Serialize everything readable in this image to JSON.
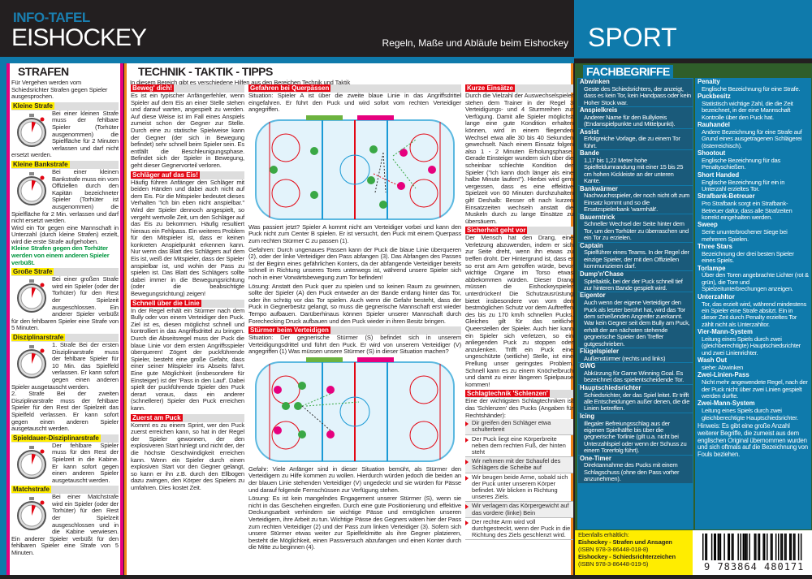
{
  "header": {
    "kicker": "INFO-TAFEL",
    "title": "EISHOCKEY",
    "subtitle": "Regeln, Maße und Abläufe beim Eishockey",
    "category": "SPORT"
  },
  "strafen": {
    "title": "STRAFEN",
    "intro": "Für Vergehen werden vom Schiedsrichter Strafen gegen Spieler ausgesprochen.",
    "items": [
      {
        "h": "Kleine Strafe",
        "t": "Bei einer kleinen Strafe muss der fehlbare Spieler (Torhüter ausgenommen) die Spielfläche für 2 Minuten verlassen und darf nicht ersetzt werden."
      },
      {
        "h": "Kleine Bankstrafe",
        "t": "Bei einer kleinen Bankstrafe muss ein vom Offiziellen durch den Kapitän bezeichneter Spieler (Torhüter ist ausgenommen) die Spielfläche für 2 Min. verlassen und darf nicht ersetzt werden.",
        "t2": "Wird ein Tor gegen eine Mannschaft in Unterzahl (durch kleine Strafen) erzielt, wird die erste Strafe aufgehoben.",
        "note": "Kleine Strafen gegen den Torhüter werden von einem anderen Spieler verbüßt."
      },
      {
        "h": "Große Strafe",
        "t": "Bei einer großen Strafe wird ein Spieler (oder der Torhüter) für den Rest der Spielzeit ausgeschlossen. Ein anderer Spieler verbüßt für den fehlbaren Spieler eine Strafe von 5 Minuten."
      },
      {
        "h": "Disziplinarstrafe",
        "t": "1. Strafe Bei der ersten Disziplinarstrafe muss der fehlbare Spieler für 10 Min. das Spielfeld verlassen. Er kann sofort gegen einen anderen Spieler ausgetauscht werden.",
        "t2": "2. Strafe Bei der zweiten Disziplinarstrafe muss der fehlbare Spieler für den Rest der Spielzeit das Spielfeld verlassen. Er kann sofort gegen einen anderen Spieler ausgetauscht werden."
      },
      {
        "h": "Spieldauer-Disziplinarstrafe",
        "t": "Der fehlbare Spieler muss für den Rest der Spielzeit in die Kabine. Er kann sofort gegen einen anderen Spieler ausgetauscht werden."
      },
      {
        "h": "Matchstrafe",
        "t": "Bei einer Matchstrafe wird ein Spieler (oder der Torhüter) für den Rest der Spielzeit ausgeschlossen und in die Kabine verwiesen. Ein anderer Spieler verbüßt für den fehlbaren Spieler eine Strafe von 5 Minuten."
      }
    ]
  },
  "technik": {
    "title": "TECHNIK - TAKTIK - TIPPS",
    "intro": "In diesem Bereich gibt es verschiedene Hilfen aus den Bereichen Technik und Taktik",
    "col1": [
      {
        "h": "Beweg' dich!",
        "t": "Es ist ein typischer Anfängerfehler, wenn Spieler auf dem Eis an einer Stelle stehen und darauf warten, angespielt zu werden. Auf diese Weise ist im Fall eines Anspiels zumeist schon der Gegner zur Stelle. Durch eine zu statische Spielweise kann der Gegner (der sich in Bewegung befindet) sehr schnell beim Spieler sein. Es entfällt die Beschleunigungsphase. Befindet sich der Spieler in Bewegung, geht dieser Gegnervorteil verloren."
      },
      {
        "h": "Schläger auf das Eis!",
        "t": "Häufig führen Anfänger den Schläger mit beiden Händen und dabei auch nicht auf dem Eis. Für die Mitspieler bedeutet dieses Verhalten \"Ich bin eben nicht anspielbar.\" Wird der Spieler dennoch angespielt, so vergeht wertvolle Zeit, um den Schläger auf das Eis zu bekommen. Häufig resultiert hieraus ein Fehlpass. Ein weiteres Problem für den Mitspieler ist, dass er keinen konkreten Anspielpunkt erkennen kann. Nur wenn das Blatt des Schlägers auf dem Eis ist, weiß der Mitspieler, dass der Spieler anspielbar ist, und wohin der Pass zu spielen ist. Das Blatt des Schlägers sollte dabei immer in die Bewegungsrichtung (oder die beabsichtigte Bewegungsrichtung) zeigen!"
      },
      {
        "h": "Schnell über die Linie",
        "t": "In der Regel erhält ein Stürmer nach dem Bully oder von einem Verteidiger den Puck. Ziel ist es, diesen möglichst schnell und kontrolliert in das Angriffsdrittel zu bringen. Durch die Abseitsregel muss der Puck die blaue Linie vor dem ersten Angriffsspieler überqueren! Zögert der puckführende Spieler, besteht eine große Gefahr, dass einer seiner Mitspieler ins Abseits fährt. Eine gute Möglichkeit (insbesondere für Einsteiger) ist der 'Pass in den Lauf'. Dabei spielt der puckführende Spieler den Puck derart voraus, dass ein anderer (schnellerer) Spieler den Puck erreichen kann."
      },
      {
        "h": "Zuerst am Puck",
        "t": "Kommt es zu einem Sprint, wer den Puck zuerst erreichen kann, so hat in der Regel der Spieler gewonnen, der den explosiveren Start hinlegt und nicht der, der die höchste Geschwindigkeit erreichen kann. Wenn ein Spieler durch einen explosiven Start vor den Gegner gelangt, so kann er ihn z.B. durch den Ellbogen dazu zwingen, den Körper des Spielers zu umfahren. Dies kostet Zeit."
      }
    ],
    "col2": [
      {
        "h": "Gefahren bei Querpässen",
        "t": "Situation: Spieler A ist über die zweite blaue Linie in das Angriffsdrittel eingefahren. Er führt den Puck und wird sofort vom rechten Verteidiger angegriffen.",
        "after": "Was passiert jetzt? Spieler A kommt nicht am Verteidiger vorbei und kann den Puck nicht zum Center B spielen. Er ist versucht, den Puck mit einem Querpass zum rechten Stürmer C zu passen (1).",
        "g": "Gefahren: Durch ungenaues Passen kann der Puck die blaue Linie überqueren (2), oder der linke Verteidiger den Pass abfangen (3). Das Abfangen des Passes ist der Beginn eines gefährlichen Konters, da der abfangende Verteidiger bereits schnell in Richtung unseres Tores unterwegs ist, während unsere Spieler sich noch in einer Vorwärtsbewegung zum Tor befinden!",
        "l": "Lösung: Anstatt den Puck quer zu spielen und so keinen Raum zu gewinnen, sollte der Spieler (A) den Puck entweder an der Bande entlang hinter das Tor, oder ihn schräg vor das Tor spielen. Auch wenn die Gefahr besteht, dass der Puck in Gegnerbesitz gelangt, so muss die gegnerische Mannschaft erst wieder Tempo aufbauen. Darüberhinaus können Spieler unserer Mannschaft durch Forechecking Druck aufbauen und den Puck wieder in ihren Besitz bringen."
      },
      {
        "h": "Stürmer beim Verteidigen",
        "t": "Situation: Der gegnerische Stürmer (S) befindet sich in unserem Verteidigungsdrittel und führt den Puck. Er wird von unserem Verteidiger (V) angegriffen (1) Was müssen unsere Stürmer (S) in dieser Situation machen?",
        "g": "Gefahr: Viele Anfänger sind in dieser Situation bemüht, als Stürmer den Verteidigern zu Hilfe kommen zu wollen. Hierdurch würden jedoch die beiden an der blauen Linie stehenden Verteidiger (V) ungedeckt und sie würden für Pässe und darauf folgende Fernschüssen zur Verfügung stehen.",
        "l": "Lösung: Es ist kein mangelndes Engagement unserer Stürmer (S), wenn sie nicht in das Geschehen eingreifen. Durch eine gute Positionierung und effektive Deckungsarbeit verhindern sie wichtige Pässe und ermöglichen unseren Verteidigern, ihre Arbeit zu tun. Wichtige Pässe des Gegners wären hier der Pass zum rechten Verteidiger (2) und der Pass zum linken Verteidiger (3). Sofern sich unsere Stürmer etwas weiter zur Spielfeldmitte als ihre Gegner platzieren, besteht die Möglichkeit, einen Passversuch abzufangen und einen Konter durch die Mitte zu beginnen (4)."
      }
    ],
    "col3": [
      {
        "h": "Kurze Einsätze",
        "t": "Durch die Vielzahl der Auswechselspieler stehen dem Trainer in der Regel 3 Verteidigungs- und 4 Sturmreihen zur Verfügung. Damit alle Spieler möglichst lange eine gute Kondition erhalten können, wird in einem fliegenden Wechsel etwa alle 30 bis 40 Sekunden gewechselt. Nach einem Einsatz folgen also 1 - 2 Minuten Erholungsphase. Gerade Einsteiger wundern sich über die scheinbar schlechte Kondition der Spieler (\"Ich kann doch länger als eine halbe Minute laufen!\"). Hierbei wird gern vergessen, dass es eine effektive Spielzeit von 60 Minuten durchzuhalten gilt! Deshalb: Besser oft nach kurzen Einsatzzeiten wechseln anstatt die Muskeln durch zu lange Einsätze zu übersäuern."
      },
      {
        "h": "Sicherheit geht vor",
        "t": "Der Mensch hat den Drang, eine Verletzung abzuwenden, indem er sich zur Seite dreht, wenn ihn etwas zu treffen droht. Der Hintergrund ist, dass er so erst am Arm getroffen würde, bevor wichtige Organe im Torso etwas abbekommen würden. Dieser Drang müssen die Eishockeyspieler unterdrücken! Die Schutzausrüstung bietet insbesondere von vorn den bestmöglichen Schutz vor dem Auftreffen des bis zu 170 km/h schnellen Pucks. Gleiches gilt für das seitliche Queerstellen der Spieler. Auch hier kann ein Spieler sich verletzen, so ein anliegenden Puck zu stoppen oder anzulenken. Trifft ein Puck eine ungeschützte (seitliche) Stelle, ist eine Prellung unser geringstes Problem. Schnell kann es zu einem Knöchelbruch und damit zu einer längeren Spielpause kommen!"
      },
      {
        "h": "Schlagtechnik 'Schlenzen'",
        "t": "Eine der wichtigsten Schlagtechniken ist das 'Schlenzen' des Pucks (Angaben für Rechtshänder):",
        "list": [
          "Dir greifen den Schläger etwa schulterbreit",
          "Der Puck liegt eine Körperbreite neben dem rechten Fuß, der hinten steht",
          "Wir nehmen mit der Schaufel des Schlägers die Scheibe auf",
          "Wir beugen beide Arme, sobald sich der Puck unter unserem Körper befindet. Wir blicken in Richtung unseres Ziels.",
          "Wir verlagern das Körpergewicht auf das vordere (linke) Bein",
          "Der rechte Arm wird voll durchgestreckt, wenn der Puck in die Richtung des Ziels geschlenzt wird."
        ]
      }
    ]
  },
  "fachbegriffe": {
    "title": "FACHBEGRIFFE",
    "colA": [
      {
        "h": "Abwinken",
        "t": "Geste des Schiedsrichters, der anzeigt, dass es kein Tor, kein Handpass oder kein Hoher Stock war."
      },
      {
        "h": "Anspielkreis",
        "t": "Anderer Name für den Bullykreis (Endanspielpunkte und Mittelpunkt)."
      },
      {
        "h": "Assist",
        "t": "Erfolgreiche Vorlage, die zu einem Tor führt."
      },
      {
        "h": "Bande",
        "t": "1,17 bis 1,22 Meter hohe Spielfeldumrandung mit einer 15 bis 25 cm hohen Kickleiste an der unteren Kante."
      },
      {
        "h": "Bankwärmer",
        "t": "Nachwuchsspieler, der noch nicht oft zum Einsatz kommt und so die Ersatzspielerbank 'warmhält'."
      },
      {
        "h": "Bauerntrick",
        "t": "Schneller Wechsel der Seite hinter dem Tor, um den Torhüter zu überraschen und ein Tor zu erzielen."
      },
      {
        "h": "Captain",
        "t": "Spielführer eines Teams. In der Regel der einzige Spieler, der mit den Offiziellen kommunizieren darf."
      },
      {
        "h": "Dump'n'Chase",
        "t": "Spieltaktik, bei der der Puck schnell tief zur hinteren Bande gespielt wird."
      },
      {
        "h": "Eigentor",
        "t": "Auch wenn der eigene Verteidiger den Puck als letzter berührt hat, wird das Tor dem schießenden Angreifer zuerkannt. War kein Gegner seit dem Bully am Puck, erhält der am nächsten stehende gegnerische Spieler den Treffer gutgeschrieben."
      },
      {
        "h": "Flügelspieler",
        "t": "Außenstürmer (rechts und links)"
      },
      {
        "h": "GWG",
        "t": "Abkürzung für Game Winning Goal. Es bezeichnet das spielentscheidende Tor."
      },
      {
        "h": "Hauptschiedsrichter",
        "t": "Schiedsrichter, der das Spiel leitet. Er trifft alle Entscheidungen außer denen, die die Linien betreffen."
      },
      {
        "h": "Icing",
        "t": "Illegaler Befreiungsschlag aus der eigenen Spielhälfte bis über die gegnerische Torlinie (gilt u.a. nicht bei Unterzahlspiel oder wenn der Schuss zu einem Torerfolg führt)."
      },
      {
        "h": "One-Timer",
        "t": "Direktannahme des Pucks mit einem Schlagschuss (ohne den Pass vorher anzunehmen)."
      }
    ],
    "colB": [
      {
        "h": "Penalty",
        "t": "Englische Bezeichnung für eine Strafe."
      },
      {
        "h": "Puckbesitz",
        "t": "Statistisch wichtige Zahl, die die Zeit bezeichnet, in der eine Mannschaft Kontrolle über den Puck hat."
      },
      {
        "h": "Rauhandel",
        "t": "Andere Bezeichnung für eine Strafe auf Grund eines ausgetragenen Schlägerei (österreichisch)."
      },
      {
        "h": "Shootout",
        "t": "Englische Bezeichnung für das Penaltyschießen."
      },
      {
        "h": "Short Handed",
        "t": "Englische Bezeichnung für ein in Unterzahl erzieltes Tor."
      },
      {
        "h": "Strafbank-Betreuer",
        "t": "Pro Strafbank sorgt ein Strafbank-Betreuer dafür, dass alle Strafzeiten korrekt eingehalten werden."
      },
      {
        "h": "Sweep",
        "t": "Serie ununterbrochener Siege bei mehreren Spielen."
      },
      {
        "h": "Three Stars",
        "t": "Bezeichnung der drei besten Spieler eines Spiels."
      },
      {
        "h": "Torlampe",
        "t": "Über den Toren angebrachte Lichter (rot & grün), die Tore und Spielzeitunterbrechungen anzeigen."
      },
      {
        "h": "Unterzahltor",
        "t": "Tor, das erzielt wird, während mindestens ein Spieler eine Strafe absitzt. Ein in dieser Zeit durch Penalty erzieltes Tor zählt nicht als Unterzahltor."
      },
      {
        "h": "Vier-Mann-System",
        "t": "Leitung eines Spiels durch zwei (gleichberechtigte) Hauptschiedsrichter und zwei Linienrichter."
      },
      {
        "h": "Wash Out",
        "t": "siehe: Abwinken"
      },
      {
        "h": "Zwei-Linien-Pass",
        "t": "Nicht mehr angewendete Regel, nach der der Puck nicht über zwei Linien gespielt werden durfte."
      },
      {
        "h": "Zwei-Mann-System",
        "t": "Leitung eines Spiels durch zwei gleichberechtigte Hauptschiedsrichter."
      }
    ],
    "hint": "Hinweis: Es gibt eine große Anzahl weiterer Begriffe, die zumeist aus dem englischen Original übernommen wurden und sich oftmals auf die Bezeichnung von Fouls beziehen."
  },
  "available": {
    "label": "Ebenfalls erhältlich:",
    "items": [
      {
        "title": "Eishockey - Strafen und Ansagen",
        "isbn": "(ISBN 978-3-86448-018-8)"
      },
      {
        "title": "Eishockey - Schiedsrichterzeichen",
        "isbn": "(ISBN 978-3-86448-019-5)"
      }
    ]
  },
  "barcode": {
    "number": "9 783864 480171"
  },
  "colors": {
    "dark": "#231f20",
    "blue": "#0f7aab",
    "pink": "#e6007e",
    "orange": "#f08519",
    "green": "#2f5e2a",
    "yellow": "#ffed00",
    "red": "#e30613"
  }
}
